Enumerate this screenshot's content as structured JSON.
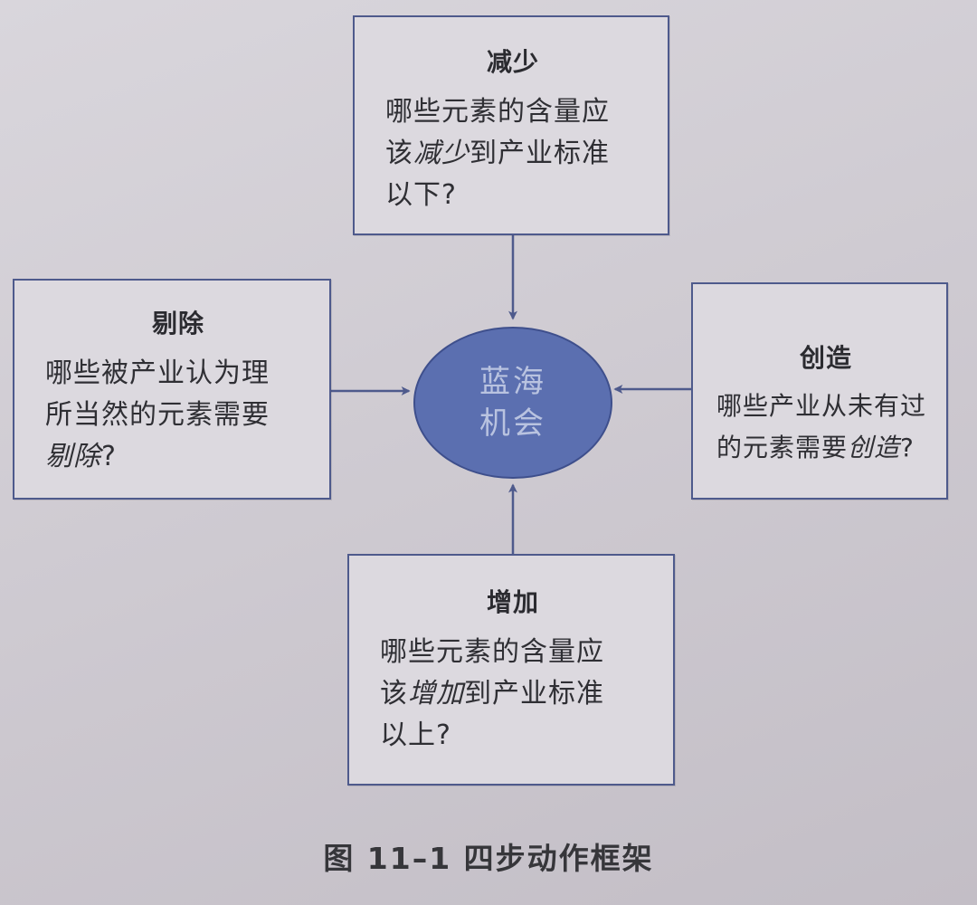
{
  "colors": {
    "ellipse_fill": "#5b6fb0",
    "ellipse_stroke": "#3e4f8c",
    "arrow": "#4e5a8c",
    "box_border": "#4e5a8c",
    "center_text": "#b9c3e0"
  },
  "center": {
    "line1": "蓝海",
    "line2": "机会"
  },
  "boxes": {
    "top": {
      "title": "减少",
      "line1": "哪些元素的含量应",
      "line2_pre": "该",
      "line2_em": "减少",
      "line2_post": "到产业标准",
      "line3": "以下?"
    },
    "left": {
      "title": "剔除",
      "line1": "哪些被产业认为理",
      "line2": "所当然的元素需要",
      "line3_em": "剔除",
      "line3_post": "?"
    },
    "right": {
      "title": "创造",
      "line1": "哪些产业从未有过",
      "line2_pre": "的元素需要",
      "line2_em": "创造",
      "line2_post": "?"
    },
    "bottom": {
      "title": "增加",
      "line1": "哪些元素的含量应",
      "line2_pre": "该",
      "line2_em": "增加",
      "line2_post": "到产业标准",
      "line3": "以上?"
    }
  },
  "caption": "图 11–1   四步动作框架"
}
